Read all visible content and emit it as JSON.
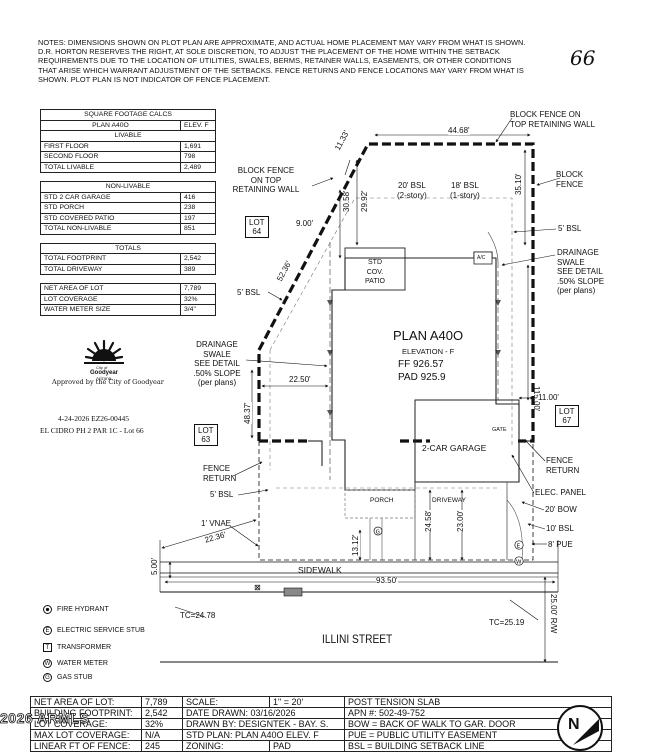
{
  "notes": {
    "lines": [
      "NOTES: DIMENSIONS SHOWN ON PLOT PLAN ARE APPROXIMATE, AND ACTUAL HOME PLACEMENT MAY VARY FROM WHAT IS SHOWN.",
      "D.R. HORTON RESERVES THE RIGHT, AT SOLE DISCRETION, TO ADJUST THE PLACEMENT OF THE HOME WITHIN THE SETBACK",
      "REQUIREMENTS DUE TO THE LOCATION OF UTILITIES, SWALES, BERMS, RETAINER WALLS, EASEMENTS, OR OTHER CONDITIONS",
      "THAT ARISE WHICH WARRANT ADJUSTMENT OF THE SETBACKS. FENCE RETURNS AND FENCE LOCATIONS MAY VARY FROM WHAT IS",
      "SHOWN. PLOT PLAN IS NOT INDICATOR OF FENCE PLACEMENT."
    ],
    "handwritten_lot": "66"
  },
  "sqft": {
    "title": "SQUARE FOOTAGE CALCS",
    "plan": "PLAN A40O",
    "elev": "ELEV. F",
    "livable_header": "LIVABLE",
    "livable": [
      {
        "label": "FIRST FLOOR",
        "value": "1,691"
      },
      {
        "label": "SECOND FLOOR",
        "value": "798"
      },
      {
        "label": "TOTAL LIVABLE",
        "value": "2,489"
      }
    ],
    "nonlivable_header": "NON-LIVABLE",
    "nonlivable": [
      {
        "label": "STD 2 CAR GARAGE",
        "value": "416"
      },
      {
        "label": "STD PORCH",
        "value": "238"
      },
      {
        "label": "STD COVERED PATIO",
        "value": "197"
      },
      {
        "label": "TOTAL NON-LIVABLE",
        "value": "851"
      }
    ],
    "totals_header": "TOTALS",
    "totals": [
      {
        "label": "TOTAL FOOTPRINT",
        "value": "2,542"
      },
      {
        "label": "TOTAL DRIVEWAY",
        "value": "389"
      }
    ],
    "lot": [
      {
        "label": "NET AREA OF LOT",
        "value": "7,789"
      },
      {
        "label": "LOT COVERAGE",
        "value": "32%"
      },
      {
        "label": "WATER METER SIZE",
        "value": "3/4\""
      }
    ]
  },
  "logo": {
    "line1": "City of",
    "line2": "Goodyear",
    "line3": "Arizona",
    "approved": "Approved by the City of Goodyear"
  },
  "stamp": {
    "line1": "4-24-2026 EZ26-00445",
    "line2": "EL CIDRO PH 2 PAR 1C - Lot 66"
  },
  "plan": {
    "title": "PLAN A40O",
    "elevation": "ELEVATION - F",
    "ff": "FF 926.57",
    "pad": "PAD 925.9",
    "patio": [
      "STD",
      "COV.",
      "PATIO"
    ],
    "ac": "A/C",
    "garage": "2-CAR GARAGE",
    "gate": "GATE",
    "porch": "PORCH",
    "driveway": "DRIVEWAY",
    "sidewalk": "SIDEWALK",
    "street": "ILLINI STREET",
    "lot64": [
      "LOT",
      "64"
    ],
    "lot63": [
      "LOT",
      "63"
    ],
    "lot67": [
      "LOT",
      "67"
    ]
  },
  "callouts": {
    "block_fence_top_right": [
      "BLOCK FENCE ON",
      "TOP RETAINING WALL"
    ],
    "block_fence_left": [
      "BLOCK FENCE",
      "ON TOP",
      "RETAINING WALL"
    ],
    "block_fence_right": [
      "BLOCK",
      "FENCE"
    ],
    "bsl_5_right": "5' BSL",
    "bsl_5_left": "5' BSL",
    "bsl_5_bottom": "5' BSL",
    "drainage_right": [
      "DRAINAGE",
      "SWALE",
      "SEE DETAIL",
      ".50% SLOPE",
      "(per plans)"
    ],
    "drainage_left": [
      "DRAINAGE",
      "SWALE",
      "SEE DETAIL",
      ".50% SLOPE",
      "(per plans)"
    ],
    "fence_return_left": [
      "FENCE",
      "RETURN"
    ],
    "fence_return_right": [
      "FENCE",
      "RETURN"
    ],
    "elec_panel": "ELEC. PANEL",
    "bow_20": "20' BOW",
    "bsl_10": "10' BSL",
    "pue_8": "8' PUE",
    "vnae": "1' VNAE",
    "bsl_20": [
      "20' BSL",
      "(2-story)"
    ],
    "bsl_18": [
      "18' BSL",
      "(1-story)"
    ]
  },
  "dims": {
    "d4468": "44.68'",
    "d1133": "11.33'",
    "d3058": "30.58'",
    "d2992": "29.92'",
    "d3510": "35.10'",
    "d900": "9.00'",
    "d5236": "52.36'",
    "d2250": "22.50'",
    "d4837": "48.37'",
    "d11500": "115.00'",
    "d1100": "11.00'",
    "d2458": "24.58'",
    "d2300": "23.00'",
    "d1312": "13.12'",
    "d2236": "22.36'",
    "d500": "5.00'",
    "d9350": "93.50'",
    "d2500rw": "25.00' R/W",
    "tc_left": "TC=24.78",
    "tc_right": "TC=25.19"
  },
  "legend": [
    {
      "icon": "fire-hydrant-icon",
      "glyph": "",
      "label": "FIRE HYDRANT"
    },
    {
      "icon": "electric-stub-icon",
      "glyph": "E",
      "label": "ELECTRIC SERVICE STUB"
    },
    {
      "icon": "transformer-icon",
      "glyph": "T",
      "label": "TRANSFORMER"
    },
    {
      "icon": "water-meter-icon",
      "glyph": "W",
      "label": "WATER METER"
    },
    {
      "icon": "gas-stub-icon",
      "glyph": "G",
      "label": "GAS STUB"
    }
  ],
  "bottom": {
    "rows": [
      [
        "NET AREA OF LOT:",
        "7,789",
        "SCALE:",
        "1\" = 20'",
        "POST TENSION SLAB"
      ],
      [
        "BUILDING FOOTPRINT:",
        "2,542",
        "DATE DRAWN: 03/16/2026",
        "",
        "APN #:   502-49-752"
      ],
      [
        "LOT COVERAGE:",
        "32%",
        "DRAWN BY:   DESIGNTEK - BAY. S.",
        "",
        "BOW = BACK OF WALK TO GAR. DOOR"
      ],
      [
        "MAX LOT COVERAGE:",
        "N/A",
        "STD PLAN:   PLAN A40O ELEV. F",
        "",
        "PUE = PUBLIC UTILITY EASEMENT"
      ],
      [
        "LINEAR FT OF FENCE:",
        "245",
        "ZONING:",
        "PAD",
        "BSL = BUILDING SETBACK LINE"
      ]
    ],
    "watermark": "2026 ARMLS",
    "north": "N"
  }
}
